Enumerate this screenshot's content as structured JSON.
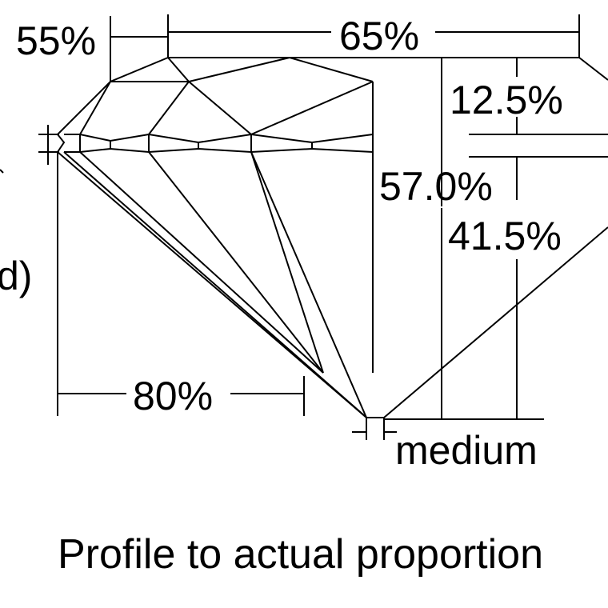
{
  "diagram": {
    "labels": {
      "table_left": "55%",
      "table_width": "65%",
      "crown_height": "12.5%",
      "total_depth": "57.0%",
      "pavilion_depth": "41.5%",
      "lower_half": "80%",
      "culet": "medium",
      "left_fragment": "d)"
    },
    "caption": "Profile to actual proportion"
  }
}
